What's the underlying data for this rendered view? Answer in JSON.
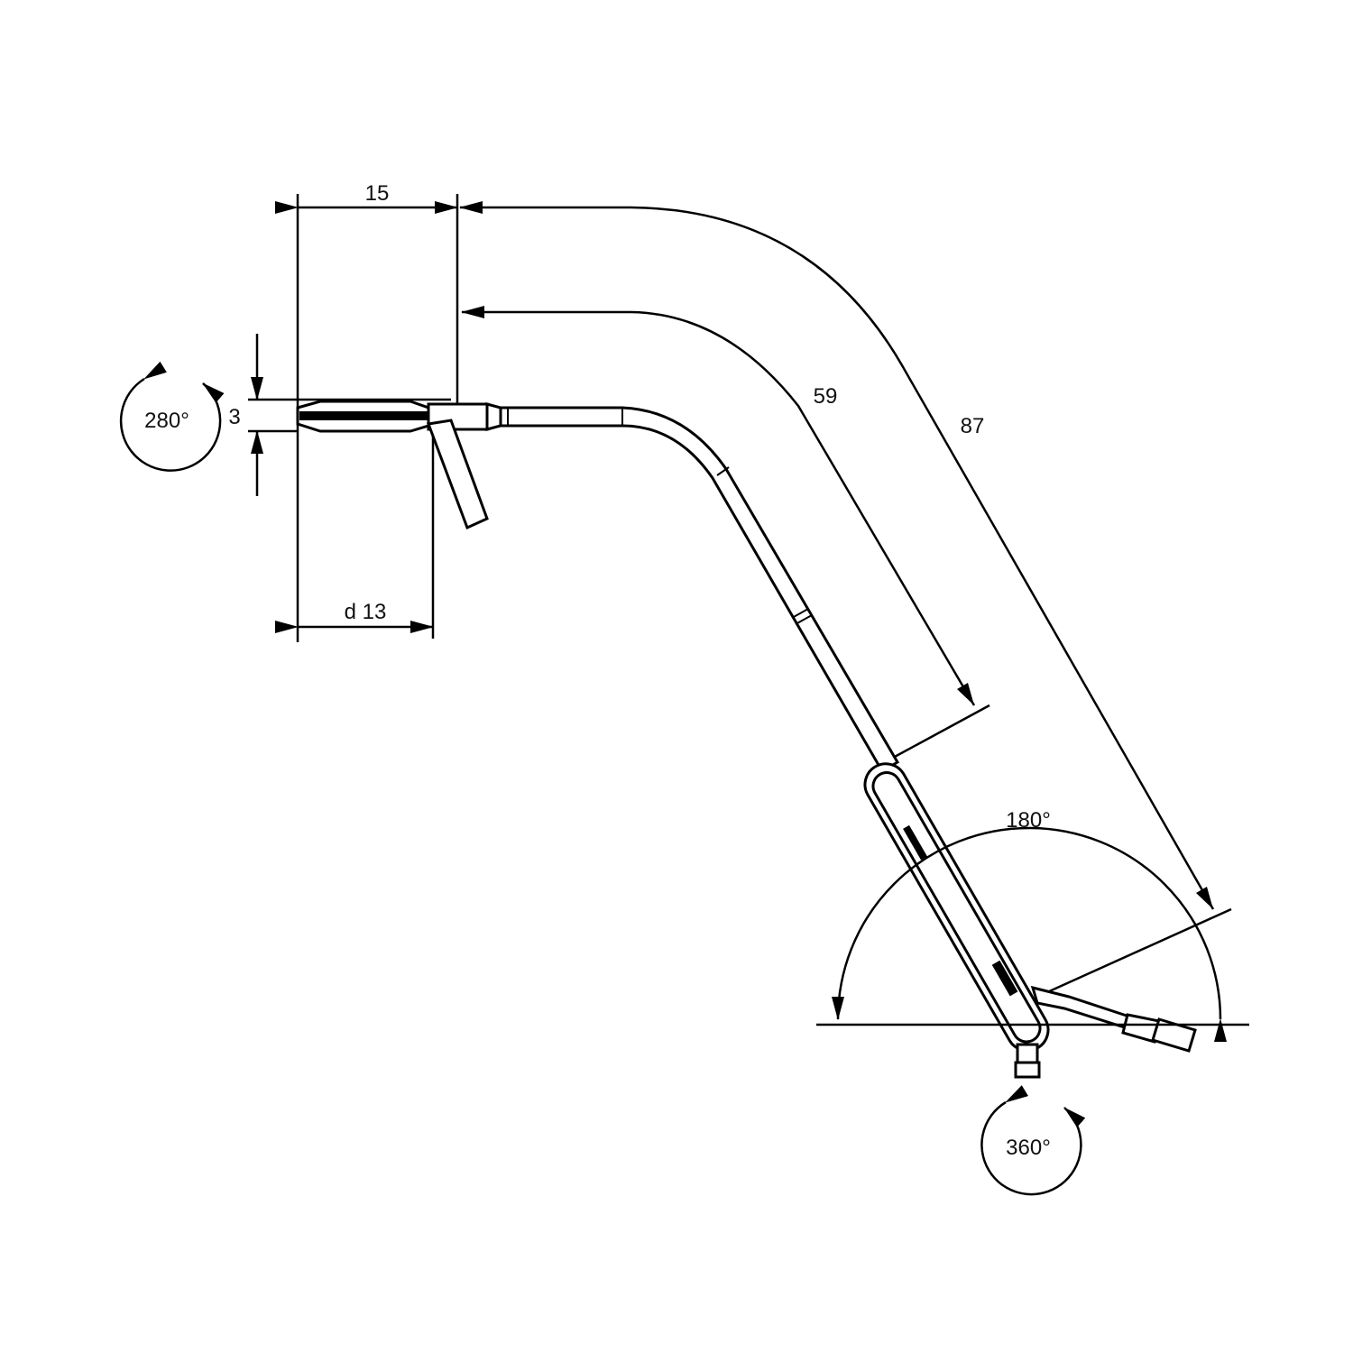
{
  "drawing": {
    "dimensions": {
      "reach_offset": "15",
      "inner_reach": "59",
      "outer_reach": "87",
      "head_height": "3",
      "head_diameter": "d 13"
    },
    "rotations": {
      "head_rotation": "280°",
      "arm_swing": "180°",
      "base_rotation": "360°"
    },
    "colors": {
      "line": "#000000",
      "background": "#ffffff"
    }
  }
}
